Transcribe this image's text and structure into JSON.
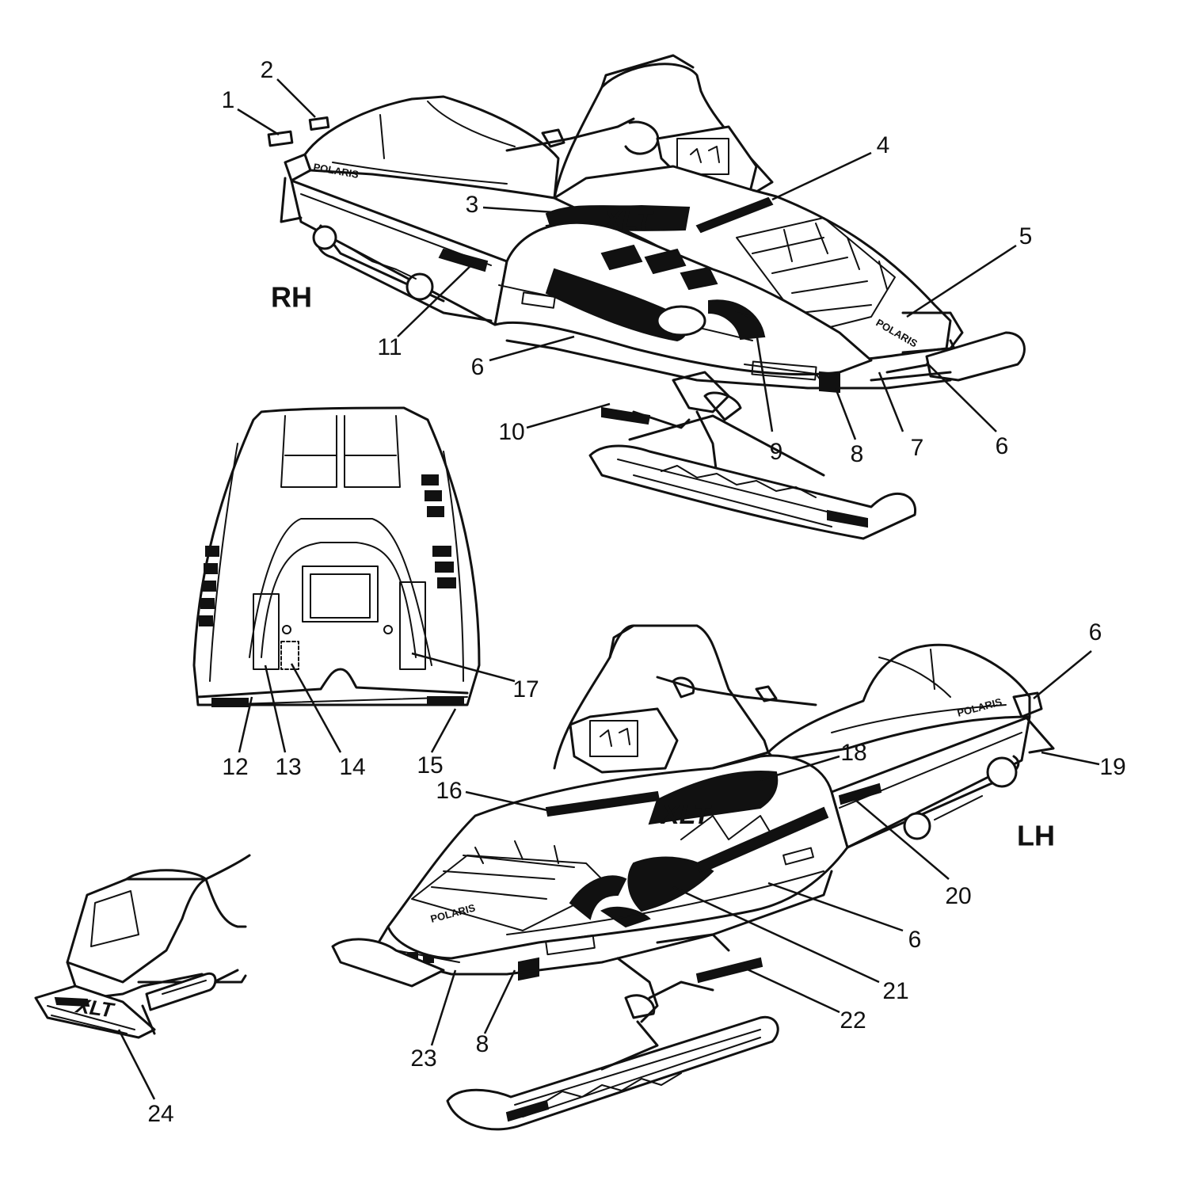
{
  "side_labels": {
    "rh": "RH",
    "lh": "LH"
  },
  "decal_text": {
    "xlt": "XLT",
    "brand": "POLARIS"
  },
  "callouts": [
    {
      "id": "1",
      "label": "1"
    },
    {
      "id": "2",
      "label": "2"
    },
    {
      "id": "3",
      "label": "3"
    },
    {
      "id": "4",
      "label": "4"
    },
    {
      "id": "5",
      "label": "5"
    },
    {
      "id": "6a",
      "label": "6"
    },
    {
      "id": "6b",
      "label": "6"
    },
    {
      "id": "7",
      "label": "7"
    },
    {
      "id": "8a",
      "label": "8"
    },
    {
      "id": "9",
      "label": "9"
    },
    {
      "id": "10",
      "label": "10"
    },
    {
      "id": "11",
      "label": "11"
    },
    {
      "id": "12",
      "label": "12"
    },
    {
      "id": "13",
      "label": "13"
    },
    {
      "id": "14",
      "label": "14"
    },
    {
      "id": "15",
      "label": "15"
    },
    {
      "id": "17",
      "label": "17"
    },
    {
      "id": "6c",
      "label": "6"
    },
    {
      "id": "18",
      "label": "18"
    },
    {
      "id": "19",
      "label": "19"
    },
    {
      "id": "16",
      "label": "16"
    },
    {
      "id": "20",
      "label": "20"
    },
    {
      "id": "6d",
      "label": "6"
    },
    {
      "id": "21",
      "label": "21"
    },
    {
      "id": "22",
      "label": "22"
    },
    {
      "id": "23",
      "label": "23"
    },
    {
      "id": "8b",
      "label": "8"
    },
    {
      "id": "24",
      "label": "24"
    }
  ]
}
